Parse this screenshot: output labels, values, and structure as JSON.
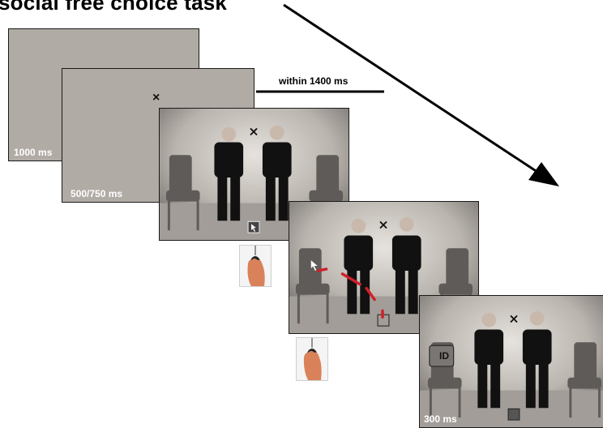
{
  "title": "social free choice task",
  "timing": {
    "first": "1000 ms",
    "second": "500/750 ms",
    "window": "within 1400 ms",
    "last": "300 ms"
  },
  "fixation_symbol": "×",
  "id_label": "ID"
}
